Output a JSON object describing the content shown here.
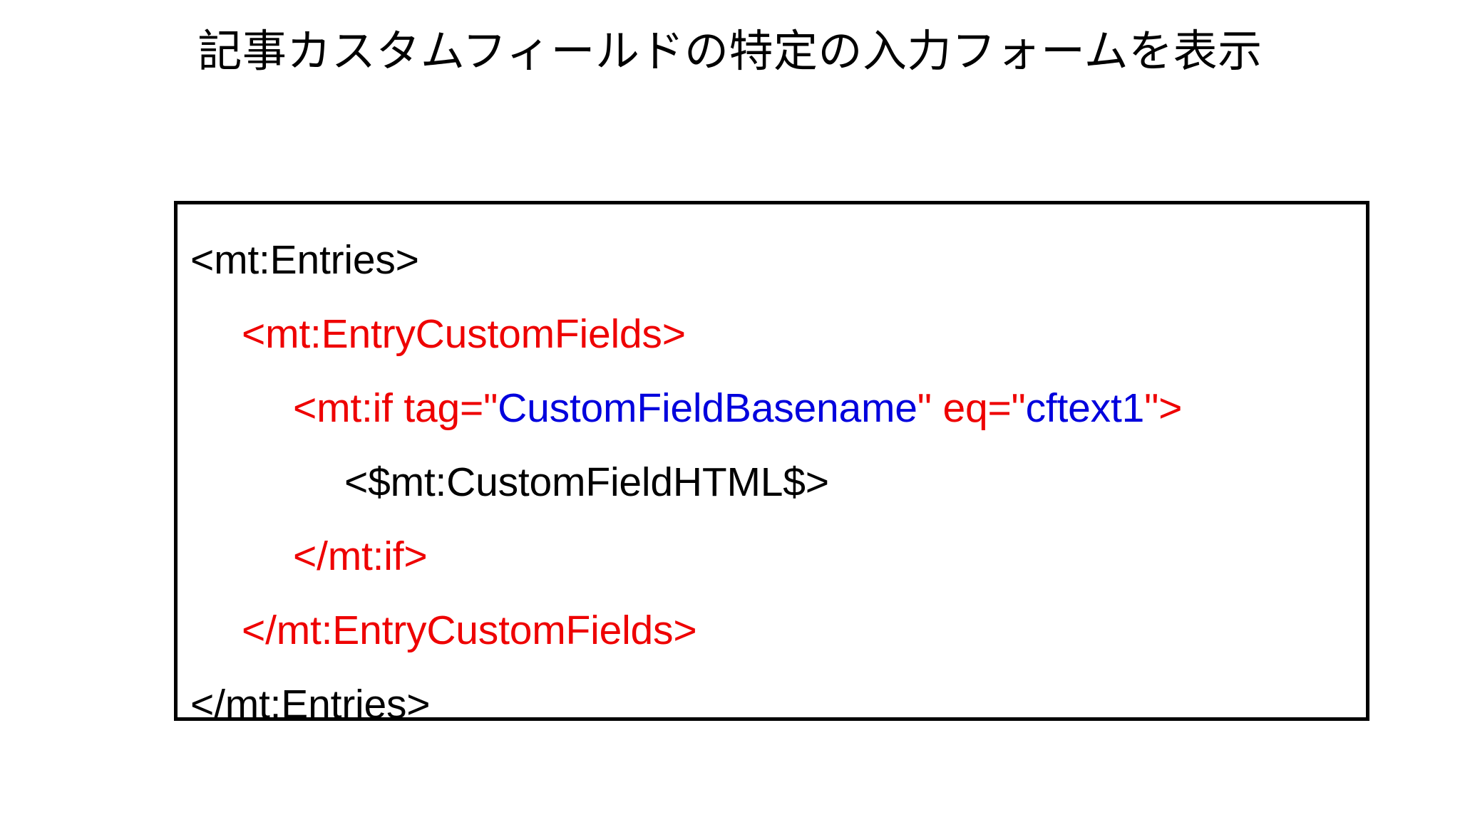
{
  "slide": {
    "title": "記事カスタムフィールドの特定の入力フォームを表示",
    "background_color": "#ffffff"
  },
  "colors": {
    "text_black": "#000000",
    "tag_red": "#ee0000",
    "value_blue": "#0000dd",
    "box_border": "#000000"
  },
  "code_block": {
    "border_color": "#000000",
    "lines": [
      {
        "indent": 0,
        "plain": "<mt:Entries>",
        "tokens": [
          {
            "text": "<mt:Entries>",
            "color": "black"
          }
        ]
      },
      {
        "indent": 1,
        "plain": "<mt:EntryCustomFields>",
        "tokens": [
          {
            "text": "<mt:EntryCustomFields>",
            "color": "red"
          }
        ]
      },
      {
        "indent": 2,
        "plain": "<mt:if tag=\"CustomFieldBasename\" eq=\"cftext1\">",
        "tokens": [
          {
            "text": "<mt:if tag=\"",
            "color": "red"
          },
          {
            "text": "CustomFieldBasename",
            "color": "blue"
          },
          {
            "text": "\" eq=\"",
            "color": "red"
          },
          {
            "text": "cftext1",
            "color": "blue"
          },
          {
            "text": "\">",
            "color": "red"
          }
        ]
      },
      {
        "indent": 3,
        "plain": "<$mt:CustomFieldHTML$>",
        "tokens": [
          {
            "text": "<$mt:CustomFieldHTML$>",
            "color": "black"
          }
        ]
      },
      {
        "indent": 2,
        "plain": "</mt:if>",
        "tokens": [
          {
            "text": "</mt:if>",
            "color": "red"
          }
        ]
      },
      {
        "indent": 1,
        "plain": "</mt:EntryCustomFields>",
        "tokens": [
          {
            "text": "</mt:EntryCustomFields>",
            "color": "red"
          }
        ]
      },
      {
        "indent": 0,
        "plain": "</mt:Entries>",
        "tokens": [
          {
            "text": "</mt:Entries>",
            "color": "black"
          }
        ]
      }
    ]
  }
}
